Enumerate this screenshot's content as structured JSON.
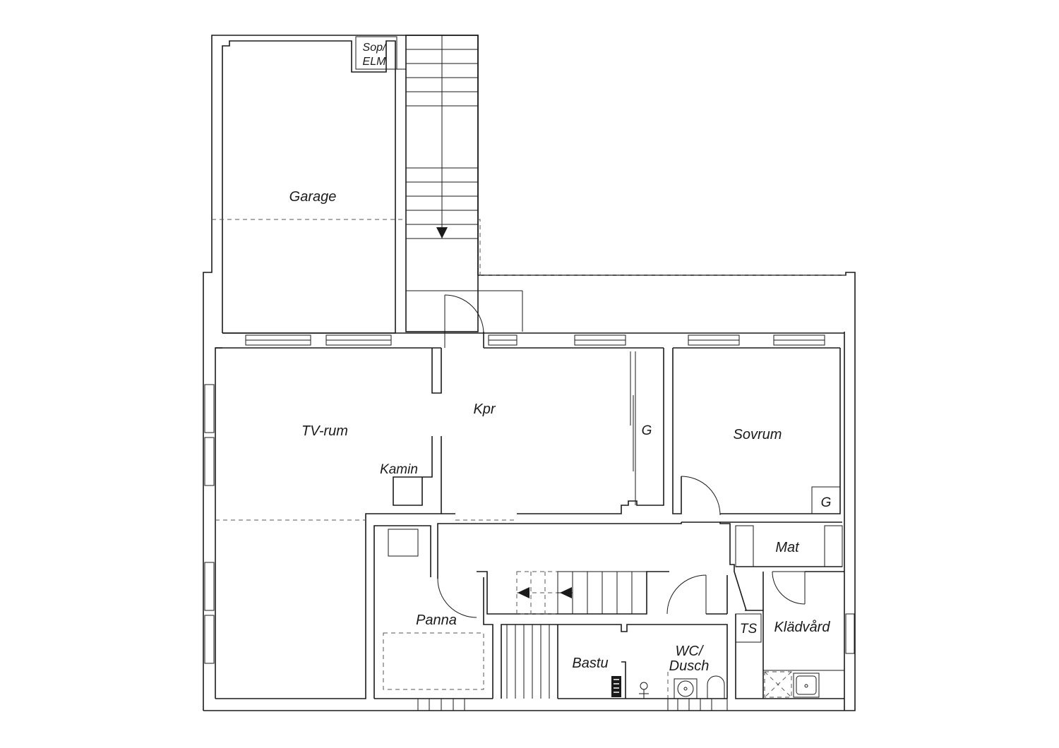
{
  "floorplan": {
    "rooms": {
      "garage": "Garage",
      "sop_line1": "Sop/",
      "sop_line2": "ELM",
      "kpr": "Kpr",
      "tv_rum": "TV-rum",
      "kamin": "Kamin",
      "g_closet": "G",
      "sovrum": "Sovrum",
      "g_sovrum": "G",
      "mat": "Mat",
      "panna": "Panna",
      "ts": "TS",
      "kladvard": "Klädvård",
      "bastu": "Bastu",
      "wc_line1": "WC/",
      "wc_line2": "Dusch"
    },
    "colors": {
      "line": "#1a1a1a",
      "background": "#ffffff"
    }
  }
}
